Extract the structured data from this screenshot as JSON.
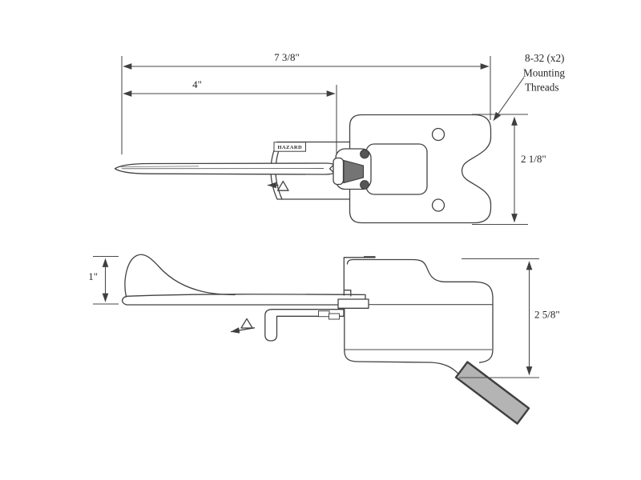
{
  "drawing": {
    "type": "technical-drawing",
    "views": {
      "top": {
        "dims": {
          "overall_length": "7 3/8\"",
          "probe_length": "4\"",
          "body_height": "2 1/8\""
        },
        "labels": {
          "hazard": "HAZARD"
        },
        "note": [
          "8-32 (x2)",
          "Mounting",
          "Threads"
        ]
      },
      "side": {
        "dims": {
          "fin_height": "1\"",
          "body_height": "2 5/8\""
        }
      }
    },
    "icons": {
      "top_direction_indicator": "left-arrow-with-triangle",
      "side_direction_indicator": "left-arrow-with-triangle",
      "leader": "arrowhead"
    },
    "colors": {
      "line": "#424242",
      "text": "#262626",
      "connector_fill": "#747474",
      "pin_fill": "#565656",
      "nozzle_fill": "#b4b4b4",
      "background": "#ffffff"
    }
  }
}
